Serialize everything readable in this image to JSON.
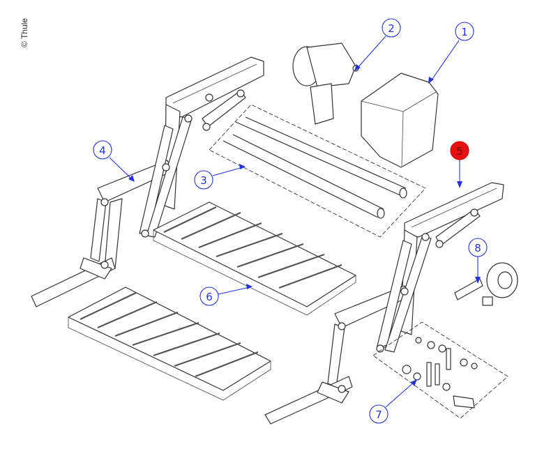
{
  "copyright": "© Thule",
  "callouts": [
    {
      "label": "1"
    },
    {
      "label": "2"
    },
    {
      "label": "3"
    },
    {
      "label": "4"
    },
    {
      "label": "5",
      "highlighted": true
    },
    {
      "label": "6"
    },
    {
      "label": "7"
    },
    {
      "label": "8"
    }
  ],
  "colors": {
    "callout": "#2233dd",
    "highlight": "#e8100e"
  }
}
